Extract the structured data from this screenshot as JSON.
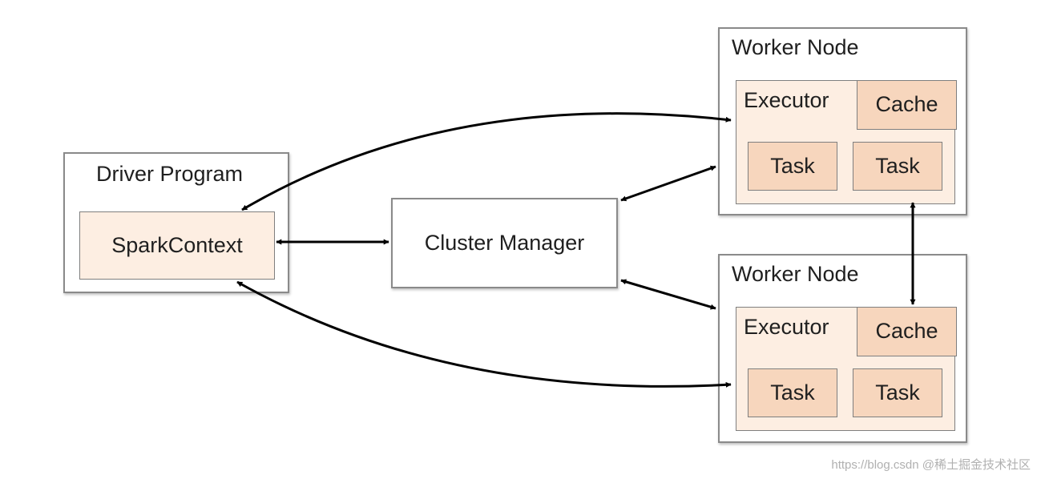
{
  "driver": {
    "title": "Driver Program",
    "context": "SparkContext"
  },
  "cluster_manager": {
    "label": "Cluster Manager"
  },
  "workers": [
    {
      "title": "Worker Node",
      "executor": "Executor",
      "cache": "Cache",
      "tasks": [
        "Task",
        "Task"
      ]
    },
    {
      "title": "Worker Node",
      "executor": "Executor",
      "cache": "Cache",
      "tasks": [
        "Task",
        "Task"
      ]
    }
  ],
  "watermark": "https://blog.csdn @稀土掘金技术社区"
}
